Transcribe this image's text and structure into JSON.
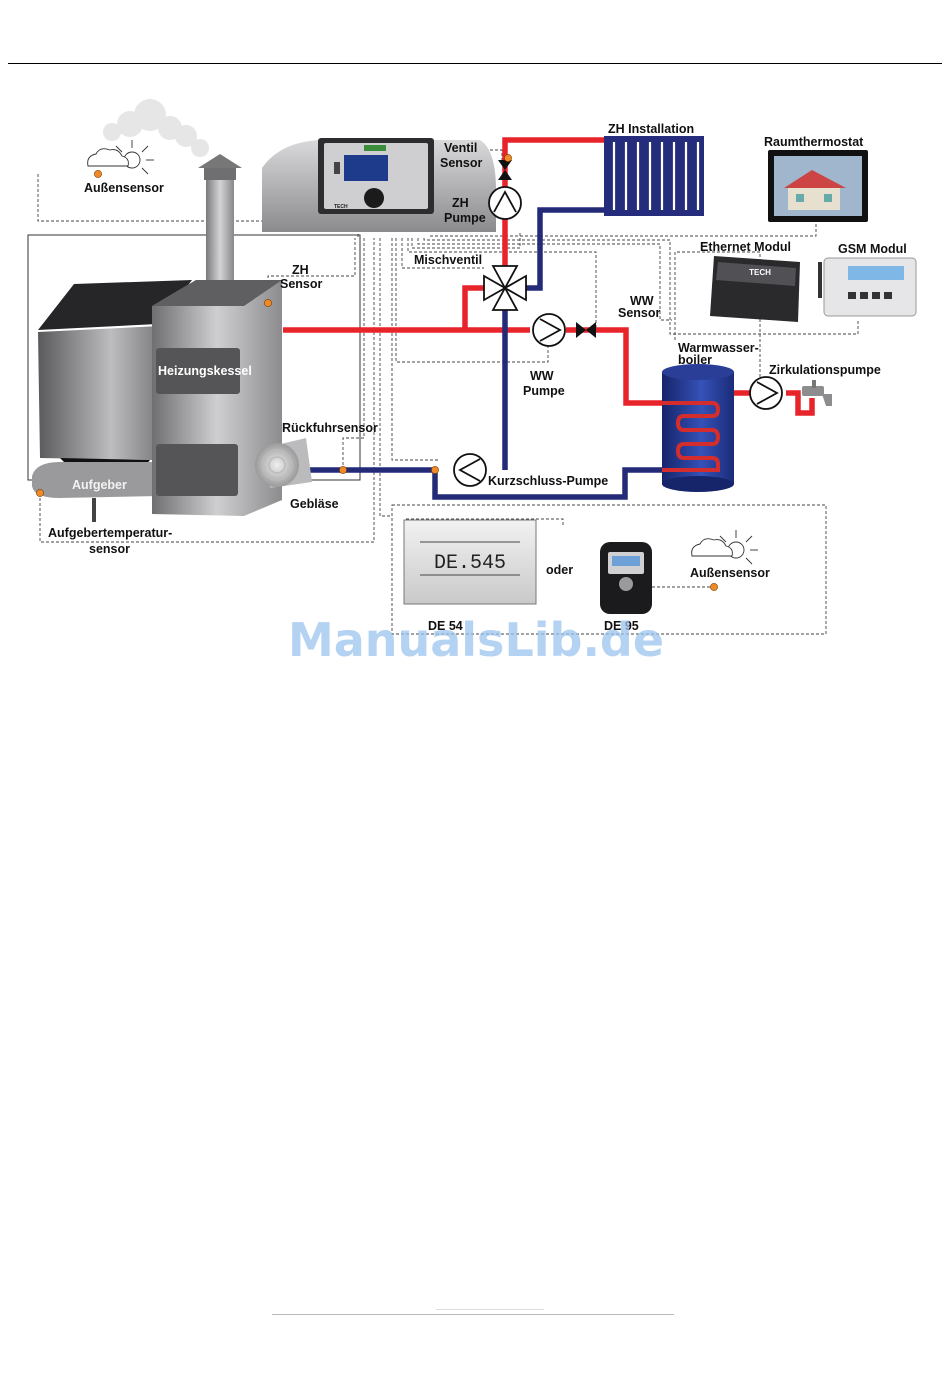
{
  "labels": {
    "aussensensor_left": "Außensensor",
    "ventil": "Ventil",
    "sensor_top": "Sensor",
    "zh_installation": "ZH Installation",
    "raumthermostat": "Raumthermostat",
    "zh_pumpe_1": "ZH",
    "zh_pumpe_2": "Pumpe",
    "zh_sensor_1": "ZH",
    "zh_sensor_2": "Sensor",
    "mischventil": "Mischventil",
    "ethernet_modul": "Ethernet Modul",
    "gsm_modul": "GSM Modul",
    "ww_sensor_1": "WW",
    "ww_sensor_2": "Sensor",
    "warmwasser_1": "Warmwasser-",
    "warmwasser_2": "boiler",
    "ww_pumpe_1": "WW",
    "ww_pumpe_2": "Pumpe",
    "zirkulationspumpe": "Zirkulationspumpe",
    "heizungskessel": "Heizungskessel",
    "rueckfuhrsensor": "Rückfuhrsensor",
    "aufgeber": "Aufgeber",
    "kurzschluss_pumpe": "Kurzschluss-Pumpe",
    "geblaese": "Gebläse",
    "aufgeber_temp_1": "Aufgebertemperatur-",
    "aufgeber_temp_2": "sensor",
    "de545_screen": "DE.545",
    "oder": "oder",
    "aussensensor_right": "Außensensor",
    "de54": "DE 54",
    "de95": "DE 95",
    "tech_logo": "TECH"
  },
  "watermark": "ManualsLib.de",
  "colors": {
    "supply_pipe": "#e8242b",
    "return_pipe": "#232a78",
    "sensor_dot": "#f08a24",
    "boiler_body": "#9e9ea0",
    "tank": "#1f3a8a",
    "coil": "#d42d2d",
    "watermark": "#9cc3ee"
  }
}
